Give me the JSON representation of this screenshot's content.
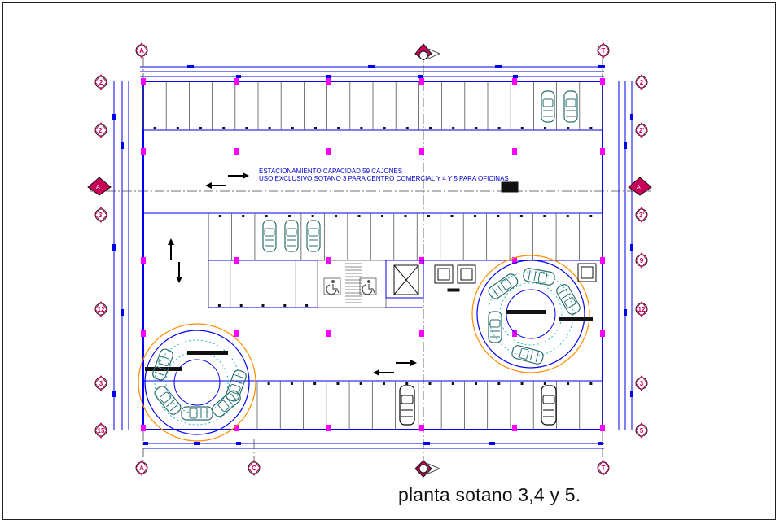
{
  "drawing": {
    "title": "planta sotano 3,4 y 5.",
    "note_line1": "ESTACIONAMIENTO CAPACIDAD 59 CAJONES",
    "note_line2": "USO EXCLUSIVO SOTANO 3 PARA CENTRO COMERCIAL Y 4 Y 5 PARA  OFICINAS"
  },
  "axes": {
    "top": [
      "A",
      "T"
    ],
    "bottom": [
      "A",
      "C",
      "T"
    ],
    "left": [
      "2",
      "2'",
      "3",
      "12",
      "3'",
      "15"
    ],
    "right": [
      "2",
      "2'",
      "3'",
      "9",
      "12",
      "3",
      "5"
    ],
    "section_marks": [
      "A",
      "A"
    ]
  },
  "colors": {
    "wall": "#0000ee",
    "column": "#ff00ff",
    "car": "#2a6e6e",
    "ramp": "#ff8c00",
    "axis_mark": "#c8005a",
    "text": "#0000cc"
  }
}
